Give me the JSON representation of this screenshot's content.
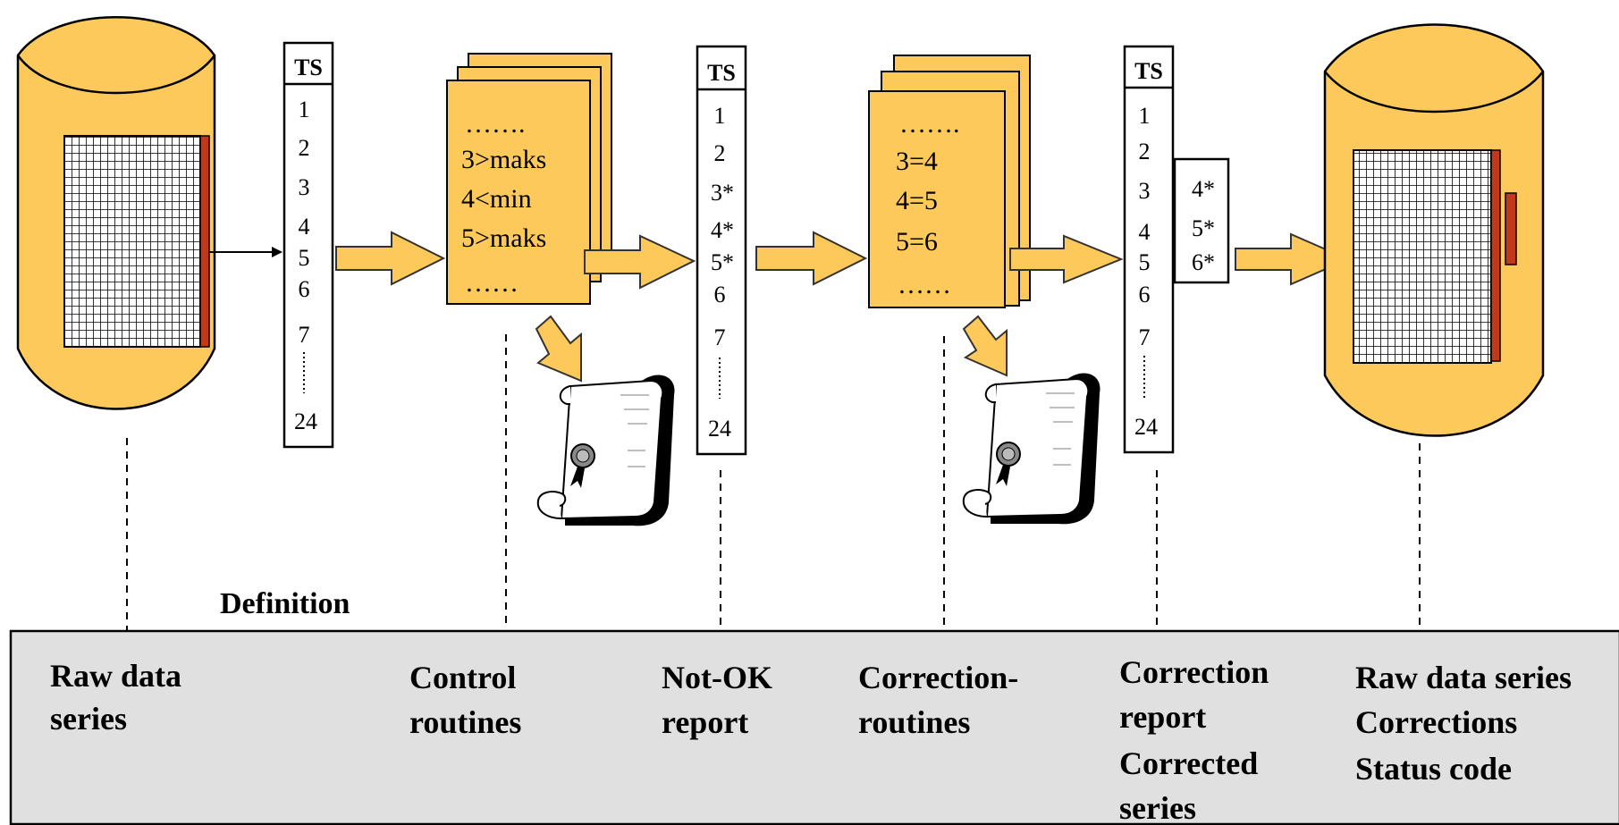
{
  "timeseries_header": "TS",
  "series_numbers": [
    "1",
    "2",
    "3",
    "4",
    "5",
    "6",
    "7",
    "24"
  ],
  "notok_numbers": [
    "1",
    "2",
    "3*",
    "4*",
    "5*",
    "6",
    "7",
    "24"
  ],
  "flagged_values": [
    "4*",
    "5*",
    "6*"
  ],
  "control_doc_lines": [
    "…….",
    "3>maks",
    "4<min",
    "5>maks",
    "……"
  ],
  "correction_doc_lines": [
    "…….",
    "3=4",
    "4=5",
    "5=6",
    "……"
  ],
  "definition": {
    "title": "Definition",
    "raw_data": [
      "Raw data",
      "series"
    ],
    "control": [
      "Control",
      "routines"
    ],
    "notok": [
      "Not-OK",
      "report"
    ],
    "correction_routines": [
      "Correction-",
      "routines"
    ],
    "correction_report": [
      "Correction",
      "report",
      "Corrected",
      "series"
    ],
    "output": [
      "Raw data series",
      "Corrections",
      "Status code"
    ]
  },
  "colors": {
    "cylinder": "#FDC95A",
    "arrow": "#FDC95A",
    "marker": "#C0391B",
    "panel": "#E0E0E0"
  },
  "icons": [
    "database-cylinder-icon",
    "certificate-scroll-icon",
    "flow-arrow-icon"
  ]
}
